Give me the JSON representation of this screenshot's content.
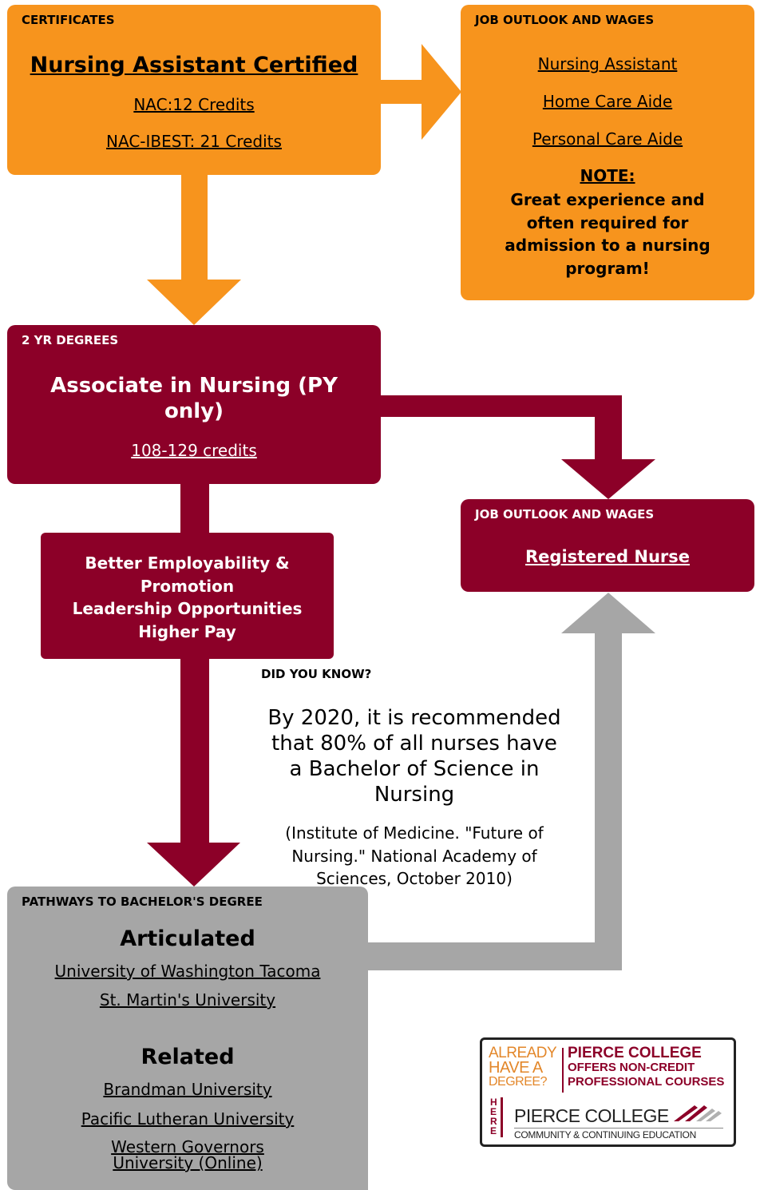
{
  "certificates": {
    "header": "CERTIFICATES",
    "title": "Nursing Assistant Certified",
    "links": [
      "NAC:12 Credits",
      "NAC-IBEST: 21 Credits"
    ]
  },
  "job_outlook_1": {
    "header": "JOB OUTLOOK AND WAGES",
    "links": [
      "Nursing Assistant",
      "Home Care Aide",
      "Personal Care Aide"
    ],
    "note_label": "NOTE:",
    "note_text": [
      "Great experience and",
      "often required for",
      "admission to a nursing",
      "program!"
    ]
  },
  "two_yr": {
    "header": "2 YR DEGREES",
    "title_lines": [
      "Associate in Nursing (PY",
      "only)"
    ],
    "credits": "108-129 credits"
  },
  "benefits": [
    "Better Employability &",
    "Promotion",
    "Leadership Opportunities",
    "Higher Pay"
  ],
  "job_outlook_2": {
    "header": "JOB OUTLOOK AND WAGES",
    "link": "Registered Nurse"
  },
  "did_you_know": {
    "header": "DID YOU KNOW?",
    "fact_lines": [
      "By 2020, it is recommended",
      "that 80% of all nurses have",
      "a Bachelor of Science in",
      "Nursing"
    ],
    "citation_lines": [
      "(Institute of Medicine. \"Future of",
      "Nursing.\" National Academy of",
      "Sciences, October 2010)"
    ]
  },
  "pathways": {
    "header": "PATHWAYS TO BACHELOR'S DEGREE",
    "articulated_title": "Articulated",
    "articulated": [
      "University of Washington Tacoma",
      "St. Martin's University"
    ],
    "related_title": "Related",
    "related": [
      "Brandman University",
      "Pacific Lutheran University"
    ],
    "related_last": [
      "Western Governors",
      "University (Online)"
    ]
  },
  "promo": {
    "left_lines": [
      "ALREADY",
      "HAVE A",
      "DEGREE?"
    ],
    "right_lines": [
      "PIERCE COLLEGE",
      "OFFERS NON-CREDIT",
      "PROFESSIONAL COURSES"
    ],
    "here": "HERE",
    "logo_name": "PIERCE COLLEGE",
    "logo_sub": "COMMUNITY & CONTINUING EDUCATION"
  },
  "colors": {
    "orange": "#f7941d",
    "maroon": "#8c0028",
    "grey": "#a6a6a6"
  }
}
